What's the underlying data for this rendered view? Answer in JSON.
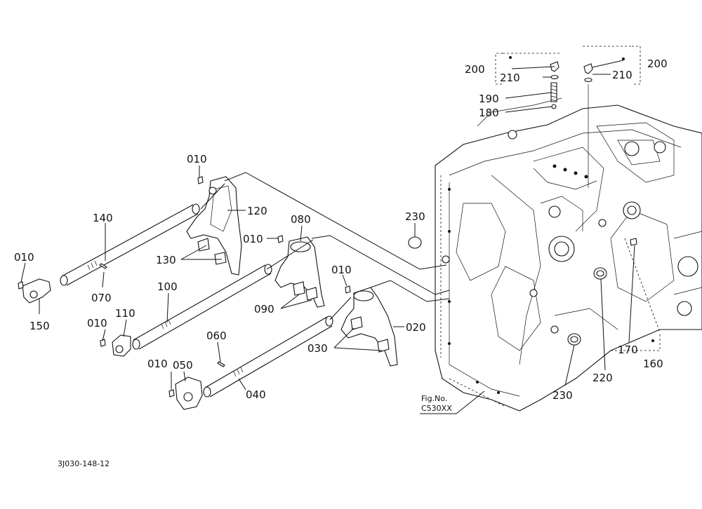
{
  "labels": {
    "p010a": "010",
    "p120": "120",
    "p140": "140",
    "p010b": "010",
    "p130": "130",
    "p070": "070",
    "p150": "150",
    "p080": "080",
    "p010c": "010",
    "p100": "100",
    "p110": "110",
    "p010d": "010",
    "p090": "090",
    "p010e": "010",
    "p020": "020",
    "p030": "030",
    "p060": "060",
    "p010f": "010",
    "p050": "050",
    "p040": "040",
    "p230a": "230",
    "p230b": "230",
    "p220": "220",
    "p170": "170",
    "p160": "160",
    "p200a": "200",
    "p210a": "210",
    "p190": "190",
    "p180": "180",
    "p200b": "200",
    "p210b": "210"
  },
  "figure_ref": {
    "line1": "Fig.No.",
    "line2": "C530XX"
  },
  "drawing_code": "3J030-148-12"
}
